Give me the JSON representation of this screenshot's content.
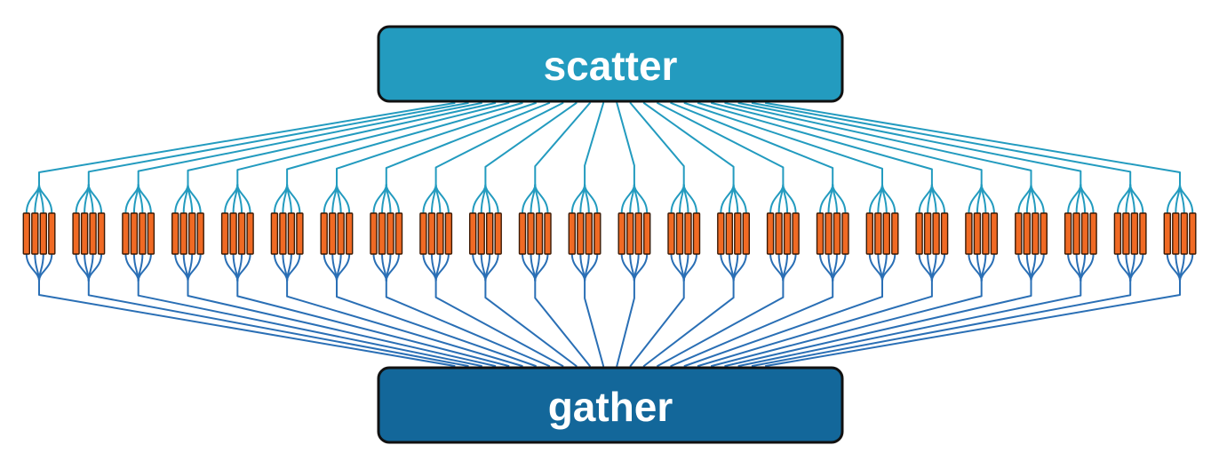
{
  "scatter": {
    "label": "scatter",
    "color": "#239bbf"
  },
  "gather": {
    "label": "gather",
    "color": "#13679a"
  },
  "edge_colors": {
    "scatter_side": "#239bbf",
    "gather_side": "#2a6fb5"
  },
  "task_color": "#f06a24",
  "groups": {
    "count": 24,
    "tasks_per_group": 4
  }
}
